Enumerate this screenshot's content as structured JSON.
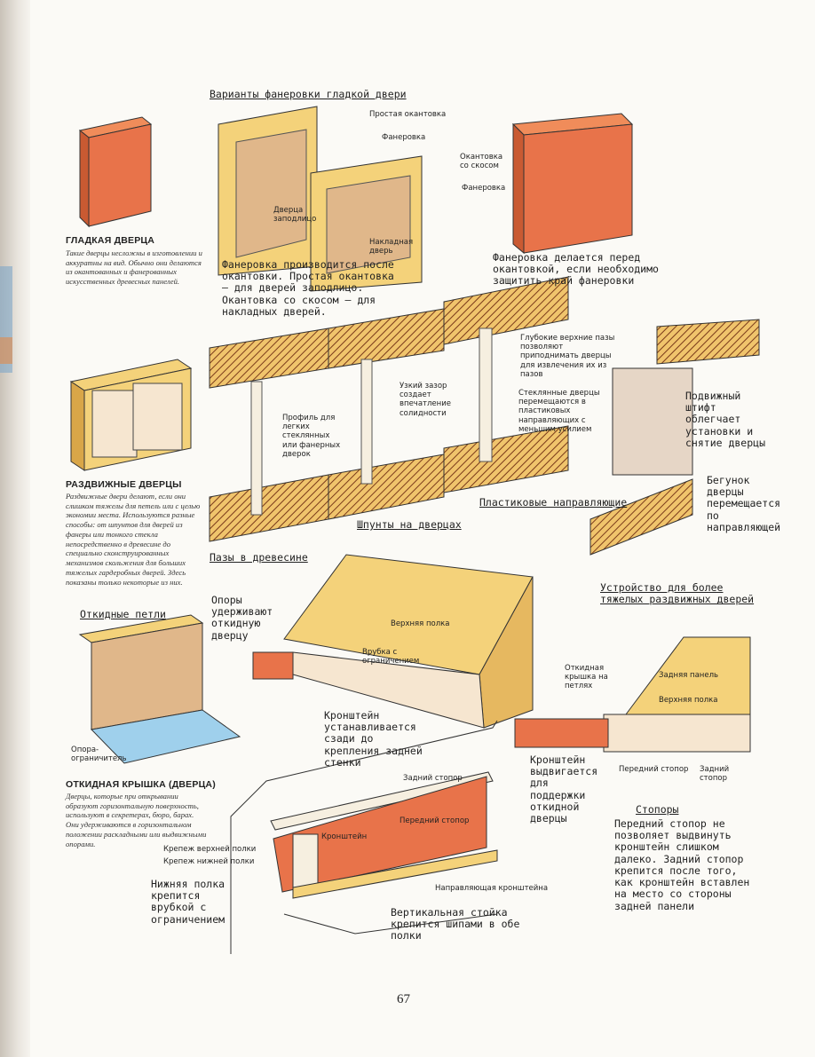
{
  "page_number": "67",
  "veneer_title": "Варианты фанеровки гладкой двери",
  "labels": {
    "simple_edging": "Простая окантовка",
    "veneering1": "Фанеровка",
    "bevel_edging": "Окантовка со скосом",
    "veneering2": "Фанеровка",
    "door_flush": "Дверца заподлицо",
    "overlay_door": "Накладная дверь",
    "veneer_after": "Фанеровка производится после окантовки. Простая окантовка – для дверей заподлицо. Окантовка со скосом – для накладных дверей.",
    "veneer_before": "Фанеровка делается перед окантовкой, если необходимо защитить край фанеровки",
    "deep_grooves": "Глубокие верхние пазы позволяют приподнимать дверцы для извлечения их из пазов",
    "profile": "Профиль для легких стеклянных или фанерных дверок",
    "narrow_gap": "Узкий зазор создает впечатление солидности",
    "glass_doors": "Стеклянные дверцы перемещаются в пластиковых направляющих с меньшим усилием",
    "pin": "Подвижный штифт облегчает установки и снятие дверцы",
    "runner": "Бегунок дверцы перемещается по направляющей",
    "grooves_wood": "Пазы в древесине",
    "splines": "Шпунты на дверцах",
    "plastic_guides": "Пластиковые направляющие",
    "heavy_doors": "Устройство для более тяжелых раздвижных дверей",
    "hinges": "Откидные петли",
    "supports": "Опоры удерживают откидную дверцу",
    "support_limiter": "Опора-ограничитель",
    "top_shelf": "Верхняя полка",
    "notch": "Врубка с ограничением",
    "bracket_back": "Кронштейн устанавливается сзади до крепления задней стенки",
    "flap_on_hinges": "Откидная крышка на петлях",
    "back_panel": "Задняя панель",
    "top_shelf2": "Верхняя полка",
    "bracket_extends": "Кронштейн выдвигается для поддержки откидной дверцы",
    "front_stop": "Передний стопор",
    "rear_stop": "Задний стопор",
    "rear_stop2": "Задний стопор",
    "bracket": "Кронштейн",
    "front_stop2": "Передний стопор",
    "stops": "Стопоры",
    "stops_text": "Передний стопор не позволяет выдвинуть кронштейн слишком далеко. Задний стопор крепится после того, как кронштейн вставлен на место со стороны задней панели",
    "top_fix": "Крепеж верхней полки",
    "bottom_fix": "Крепеж нижней полки",
    "bottom_shelf": "Нижняя полка крепится врубкой с ограничением",
    "bracket_guide": "Направляющая кронштейна",
    "vertical_post": "Вертикальная стойка крепится шипами в обе полки"
  },
  "blocks": {
    "flush_title": "ГЛАДКАЯ ДВЕРЦА",
    "flush_text": "Такие дверцы несложны в изготовлении и аккуратны на вид. Обычно они делаются из окантованных и фанерованных искусственных древесных панелей.",
    "sliding_title": "РАЗДВИЖНЫЕ ДВЕРЦЫ",
    "sliding_text": "Раздвижные двери делают, если они слишком тяжелы для петель или с целью экономии места. Используются разные способы: от шпунтов для дверей из фанеры или тонкого стекла непосредственно в древесине до специально сконструированных механизмов скольжения для больших тяжелых гардеробных дверей. Здесь показаны только некоторые из них.",
    "flap_title": "ОТКИДНАЯ КРЫШКА (ДВЕРЦА)",
    "flap_text": "Дверцы, которые при открывании образуют горизонтальную поверхность, используют в секретерах, бюро, барах. Они удерживаются в горизонтальном положении раскладными или выдвижными опорами."
  },
  "colors": {
    "orange": "#e8734a",
    "wood": "#f4d27a",
    "woodDark": "#d9a648",
    "hatch": "#7a3a1a"
  }
}
